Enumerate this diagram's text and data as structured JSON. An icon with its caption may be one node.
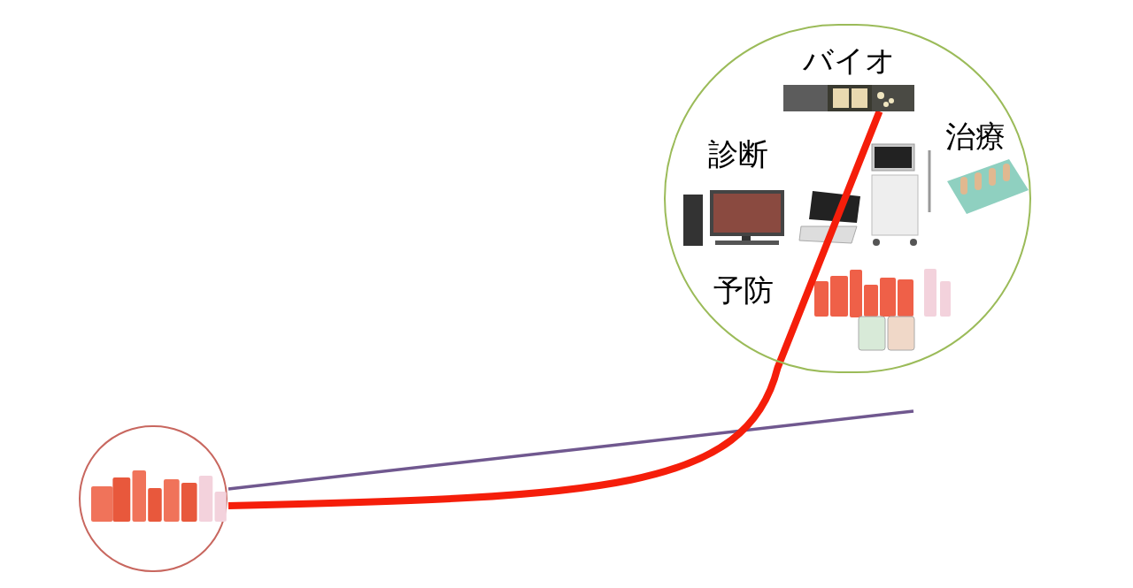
{
  "diagram": {
    "nodes": [
      {
        "text": [],
        "shape": "circle"
      },
      {
        "text": [],
        "shape": "picture",
        "in": 0
      },
      {
        "text": [],
        "shape": "circle"
      },
      {
        "text": [
          "バイオ"
        ],
        "in": 2
      }
    ],
    "edges": [
      {
        "from": 1,
        "to": null,
        "arrow": "none",
        "color": "#70588f"
      },
      {
        "from": 1,
        "to": 3,
        "arrow": "none",
        "style": "thick",
        "color": "#f51e0a"
      }
    ],
    "labels": [
      "診断",
      "治療",
      "予防"
    ]
  }
}
